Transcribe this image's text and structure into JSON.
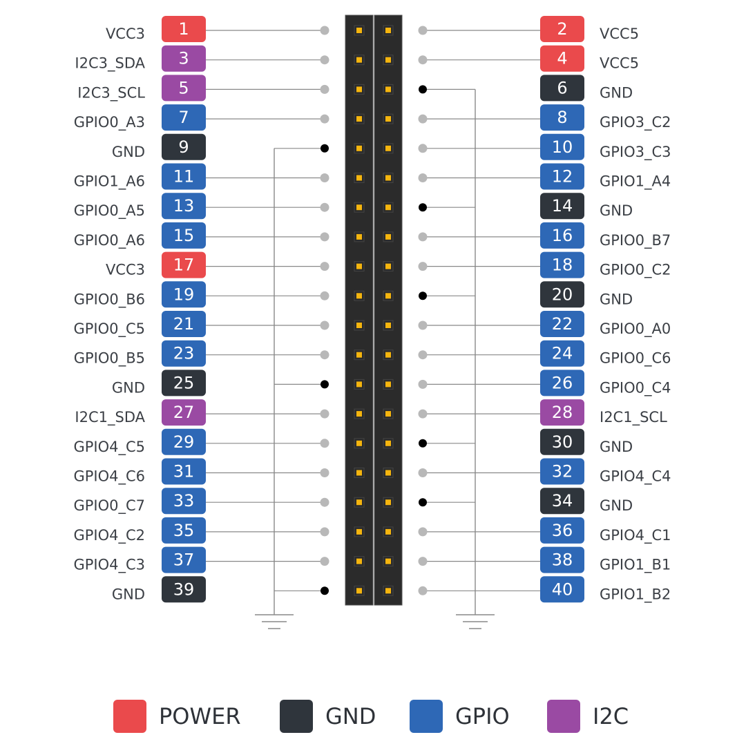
{
  "colors": {
    "power": "#ea4a4c",
    "gnd": "#2f353c",
    "gpio": "#2e68b6",
    "i2c": "#9a4aa3",
    "header_body": "#2b2b2b",
    "header_pin": "#f5b50e",
    "wire": "#888888",
    "dot_gray": "#b8b8b8",
    "dot_black": "#000000"
  },
  "pins": [
    {
      "num": "1",
      "label": "VCC3",
      "type": "power"
    },
    {
      "num": "2",
      "label": "VCC5",
      "type": "power"
    },
    {
      "num": "3",
      "label": "I2C3_SDA",
      "type": "i2c"
    },
    {
      "num": "4",
      "label": "VCC5",
      "type": "power"
    },
    {
      "num": "5",
      "label": "I2C3_SCL",
      "type": "i2c"
    },
    {
      "num": "6",
      "label": "GND",
      "type": "gnd"
    },
    {
      "num": "7",
      "label": "GPIO0_A3",
      "type": "gpio"
    },
    {
      "num": "8",
      "label": "GPIO3_C2",
      "type": "gpio"
    },
    {
      "num": "9",
      "label": "GND",
      "type": "gnd"
    },
    {
      "num": "10",
      "label": "GPIO3_C3",
      "type": "gpio"
    },
    {
      "num": "11",
      "label": "GPIO1_A6",
      "type": "gpio"
    },
    {
      "num": "12",
      "label": "GPIO1_A4",
      "type": "gpio"
    },
    {
      "num": "13",
      "label": "GPIO0_A5",
      "type": "gpio"
    },
    {
      "num": "14",
      "label": "GND",
      "type": "gnd"
    },
    {
      "num": "15",
      "label": "GPIO0_A6",
      "type": "gpio"
    },
    {
      "num": "16",
      "label": "GPIO0_B7",
      "type": "gpio"
    },
    {
      "num": "17",
      "label": "VCC3",
      "type": "power"
    },
    {
      "num": "18",
      "label": "GPIO0_C2",
      "type": "gpio"
    },
    {
      "num": "19",
      "label": "GPIO0_B6",
      "type": "gpio"
    },
    {
      "num": "20",
      "label": "GND",
      "type": "gnd"
    },
    {
      "num": "21",
      "label": "GPIO0_C5",
      "type": "gpio"
    },
    {
      "num": "22",
      "label": "GPIO0_A0",
      "type": "gpio"
    },
    {
      "num": "23",
      "label": "GPIO0_B5",
      "type": "gpio"
    },
    {
      "num": "24",
      "label": "GPIO0_C6",
      "type": "gpio"
    },
    {
      "num": "25",
      "label": "GND",
      "type": "gnd"
    },
    {
      "num": "26",
      "label": "GPIO0_C4",
      "type": "gpio"
    },
    {
      "num": "27",
      "label": "I2C1_SDA",
      "type": "i2c"
    },
    {
      "num": "28",
      "label": "I2C1_SCL",
      "type": "i2c"
    },
    {
      "num": "29",
      "label": "GPIO4_C5",
      "type": "gpio"
    },
    {
      "num": "30",
      "label": "GND",
      "type": "gnd"
    },
    {
      "num": "31",
      "label": "GPIO4_C6",
      "type": "gpio"
    },
    {
      "num": "32",
      "label": "GPIO4_C4",
      "type": "gpio"
    },
    {
      "num": "33",
      "label": "GPIO0_C7",
      "type": "gpio"
    },
    {
      "num": "34",
      "label": "GND",
      "type": "gnd"
    },
    {
      "num": "35",
      "label": "GPIO4_C2",
      "type": "gpio"
    },
    {
      "num": "36",
      "label": "GPIO4_C1",
      "type": "gpio"
    },
    {
      "num": "37",
      "label": "GPIO4_C3",
      "type": "gpio"
    },
    {
      "num": "38",
      "label": "GPIO1_B1",
      "type": "gpio"
    },
    {
      "num": "39",
      "label": "GND",
      "type": "gnd"
    },
    {
      "num": "40",
      "label": "GPIO1_B2",
      "type": "gpio"
    }
  ],
  "legend": [
    {
      "label": "POWER",
      "type": "power"
    },
    {
      "label": "GND",
      "type": "gnd"
    },
    {
      "label": "GPIO",
      "type": "gpio"
    },
    {
      "label": "I2C",
      "type": "i2c"
    }
  ]
}
